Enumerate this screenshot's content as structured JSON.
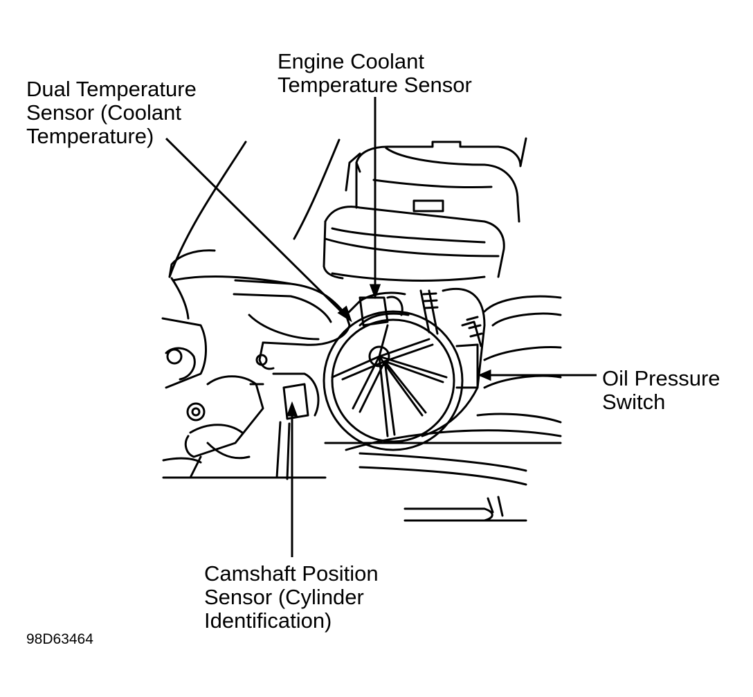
{
  "labels": {
    "engine_coolant": [
      "Engine Coolant",
      "Temperature Sensor"
    ],
    "dual_temperature": [
      "Dual Temperature",
      "Sensor (Coolant",
      "Temperature)"
    ],
    "oil_pressure": [
      "Oil Pressure",
      "Switch"
    ],
    "camshaft": [
      "Camshaft Position",
      "Sensor (Cylinder",
      "Identification)"
    ]
  },
  "figure_code": "98D63464",
  "colors": {
    "ink": "#000000",
    "background": "#ffffff"
  }
}
